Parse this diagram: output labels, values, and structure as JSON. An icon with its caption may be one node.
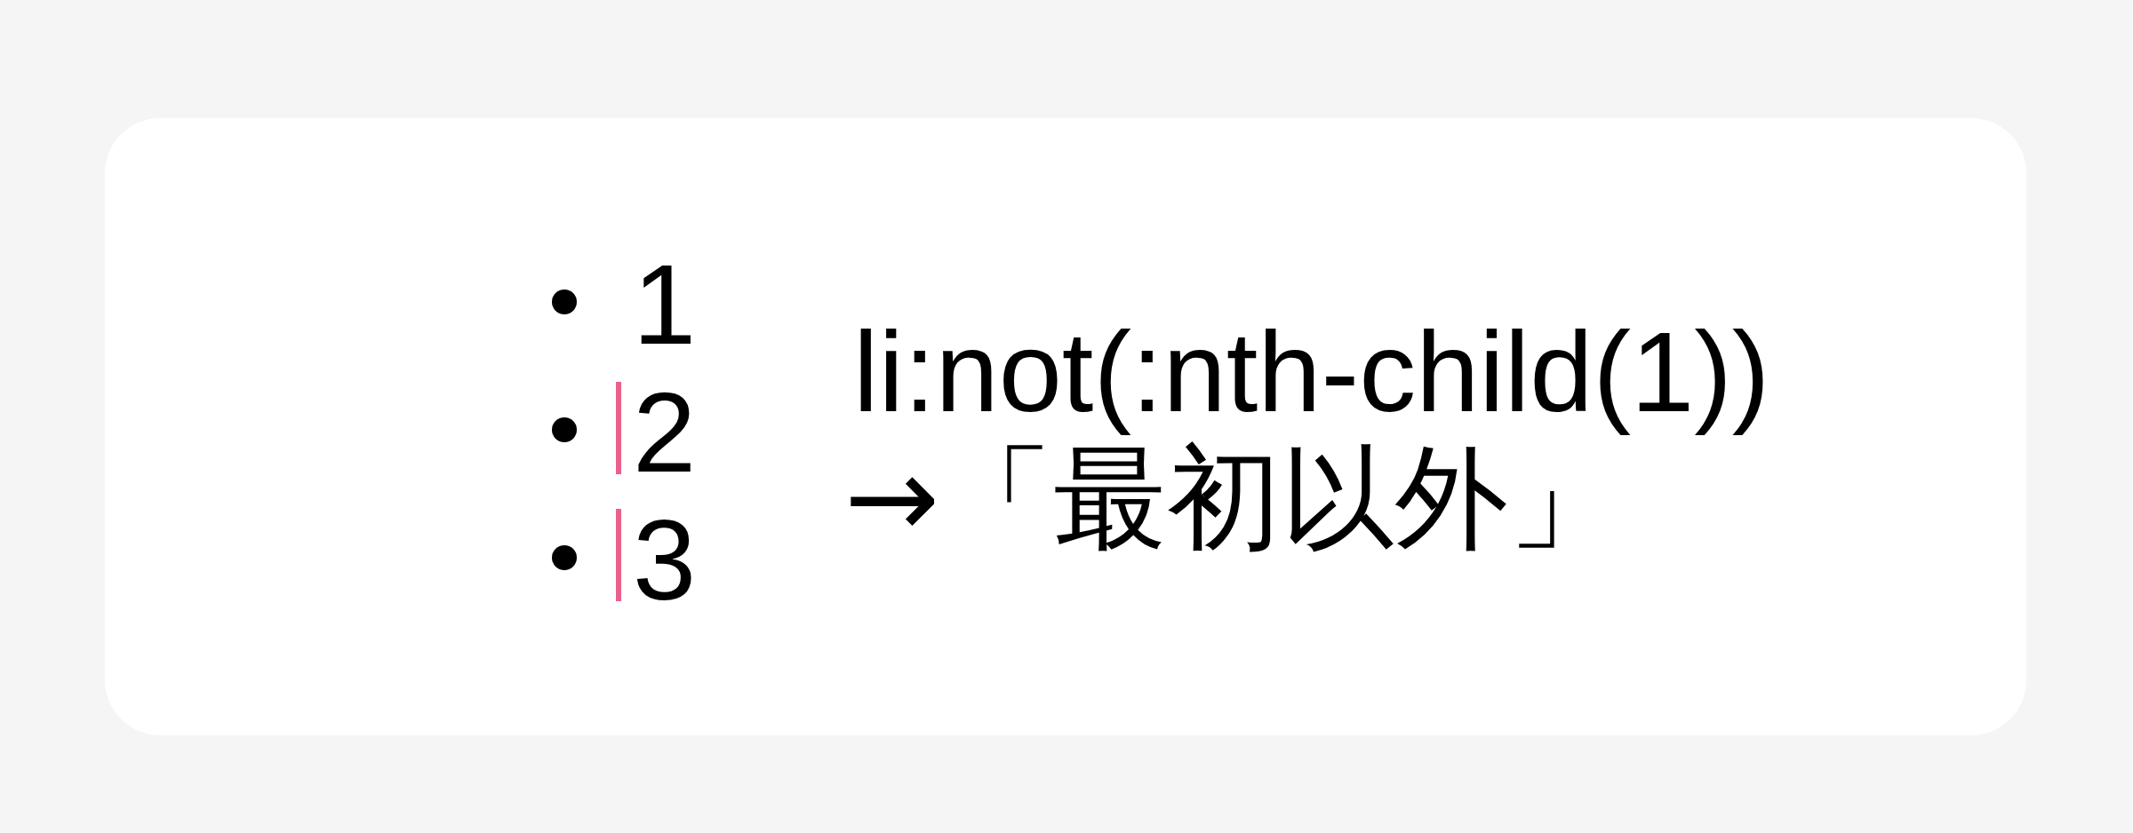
{
  "diagram": {
    "labels": [
      "1",
      "2",
      "3",
      "li:not(:nth-child(1))",
      "→「最初以外」"
    ]
  }
}
